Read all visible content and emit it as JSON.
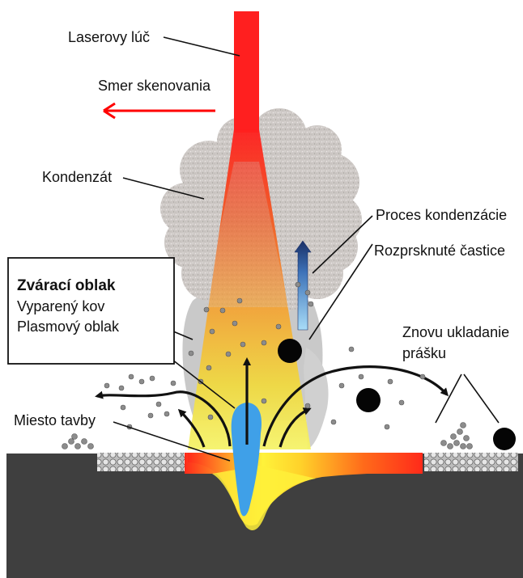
{
  "labels": {
    "laser_beam": "Laserovy lúč",
    "scan_direction": "Smer skenovania",
    "condensate": "Kondenzát",
    "condensation_process": "Proces kondenzácie",
    "spatter_particles": "Rozprsknuté častice",
    "welding_cloud_title": "Zvárací oblak",
    "vaporized_metal": "Vyparený kov",
    "plasma_cloud": "Plasmový oblak",
    "powder_redeposition_line1": "Znovu ukladanie",
    "powder_redeposition_line2": "prášku",
    "melt_pool": "Miesto tavby"
  },
  "colors": {
    "laser": "#ff1a1a",
    "scan_arrow": "#ff0000",
    "substrate": "#3f3f3f",
    "powder_bed": "#cfcfcf",
    "cloud": "#cfcbc8",
    "plasma": "#3fa0e8",
    "vapor_glow": "#f2f07a",
    "condensation_arrow_top": "#1a2f66",
    "condensation_arrow_bottom": "#8ecdf5"
  }
}
